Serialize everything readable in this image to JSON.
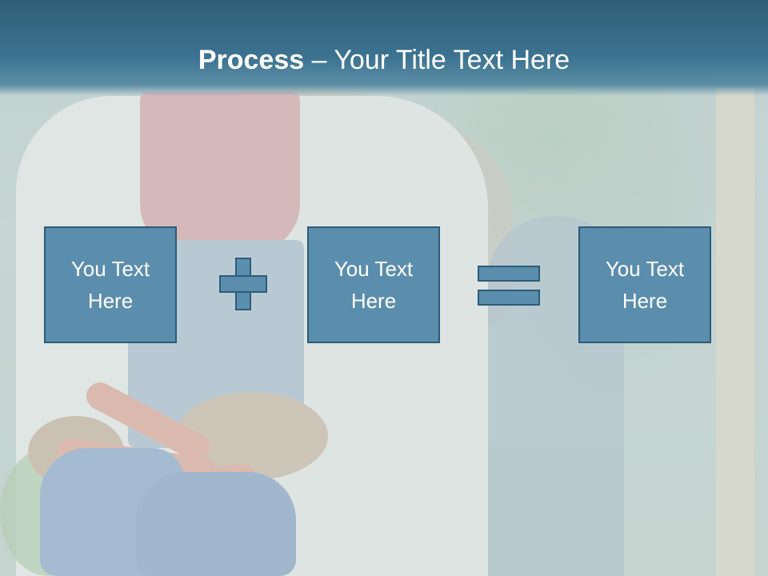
{
  "slide": {
    "title_bold": "Process",
    "title_rest": " – Your Title Text Here"
  },
  "process": {
    "boxes": [
      {
        "line1": "You Text",
        "line2": "Here"
      },
      {
        "line1": "You Text",
        "line2": "Here"
      },
      {
        "line1": "You Text",
        "line2": "Here"
      }
    ],
    "operators": [
      "plus-icon",
      "equals-icon"
    ]
  },
  "colors": {
    "title_bar": "#3c7391",
    "box_fill": "#5b8eac",
    "box_border": "#2c5b78",
    "text": "#ffffff"
  }
}
